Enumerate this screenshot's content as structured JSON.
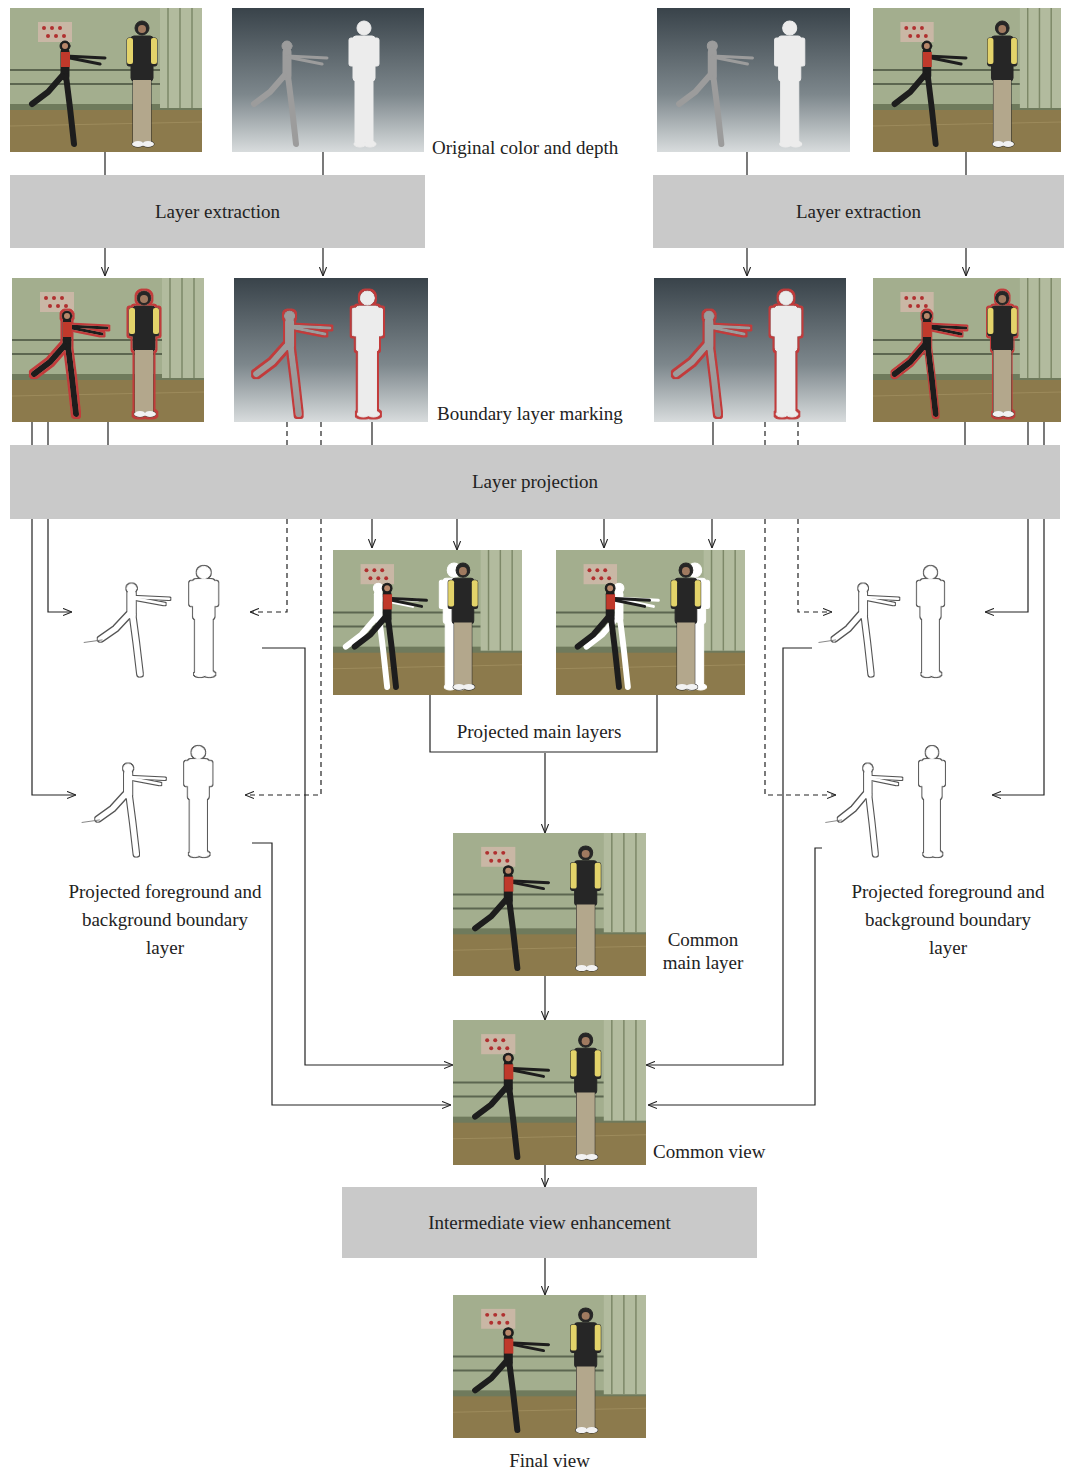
{
  "diagram": {
    "nodes": [
      {
        "text": [
          "Layer extraction"
        ]
      },
      {
        "text": [
          "Layer extraction"
        ]
      },
      {
        "text": [
          "Layer projection"
        ]
      },
      {
        "text": [
          "Projected foreground and background boundary layer"
        ]
      },
      {
        "text": [
          "Projected main layers"
        ]
      },
      {
        "text": [
          "Projected foreground and background boundary layer"
        ]
      },
      {
        "text": [
          "Common main layer"
        ]
      },
      {
        "text": [
          "Common view"
        ]
      },
      {
        "text": [
          "Intermediate view enhancement"
        ]
      },
      {
        "text": [
          "Final view"
        ]
      }
    ],
    "edges": [
      {
        "from": 2,
        "to": 3,
        "arrow": "to"
      },
      {
        "from": 2,
        "to": 4,
        "arrow": "to"
      },
      {
        "from": 2,
        "to": 5,
        "arrow": "to"
      },
      {
        "from": 4,
        "to": 6,
        "arrow": "to"
      },
      {
        "from": 6,
        "to": 7,
        "arrow": "to"
      },
      {
        "from": 3,
        "to": 7,
        "arrow": "to"
      },
      {
        "from": 5,
        "to": 7,
        "arrow": "to"
      },
      {
        "from": 7,
        "to": 8,
        "arrow": "to"
      },
      {
        "from": 8,
        "to": 9,
        "arrow": "to"
      }
    ],
    "labels": [
      "Original color and depth",
      "Boundary layer marking"
    ]
  }
}
